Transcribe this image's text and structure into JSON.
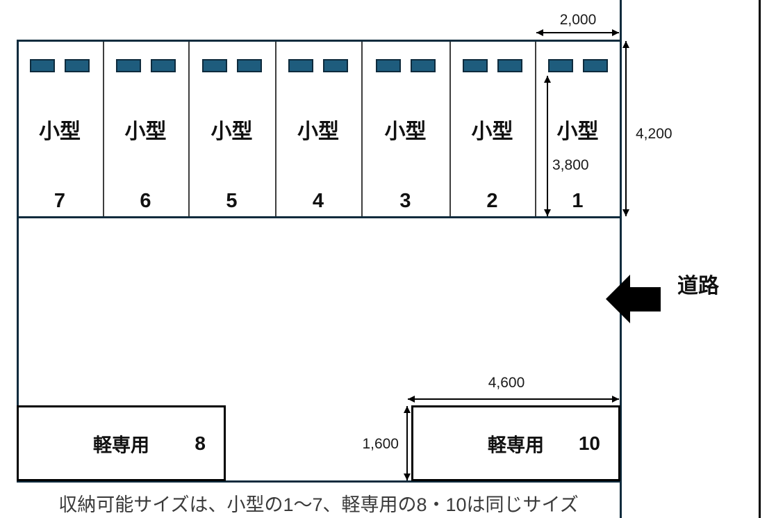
{
  "colors": {
    "boundary": "#0e2b3d",
    "stop-fill": "#1e5c7d",
    "divider": "#3d3d3d",
    "ink": "#000000",
    "caption": "#3a3a3a"
  },
  "lot": {
    "stalls": [
      {
        "type_label": "小型",
        "number": "7"
      },
      {
        "type_label": "小型",
        "number": "6"
      },
      {
        "type_label": "小型",
        "number": "5"
      },
      {
        "type_label": "小型",
        "number": "4"
      },
      {
        "type_label": "小型",
        "number": "3"
      },
      {
        "type_label": "小型",
        "number": "2"
      },
      {
        "type_label": "小型",
        "number": "1"
      }
    ],
    "kei_spaces": [
      {
        "label": "軽専用",
        "number": "8"
      },
      {
        "label": "軽専用",
        "number": "10"
      }
    ],
    "road_label": "道路",
    "caption": "収納可能サイズは、小型の1〜7、軽専用の8・10は同じサイズ"
  },
  "dimensions": {
    "stall_width_mm": "2,000",
    "row_depth_mm": "4,200",
    "stall_depth_mm": "3,800",
    "kei_width_mm": "4,600",
    "kei_depth_mm": "1,600"
  }
}
